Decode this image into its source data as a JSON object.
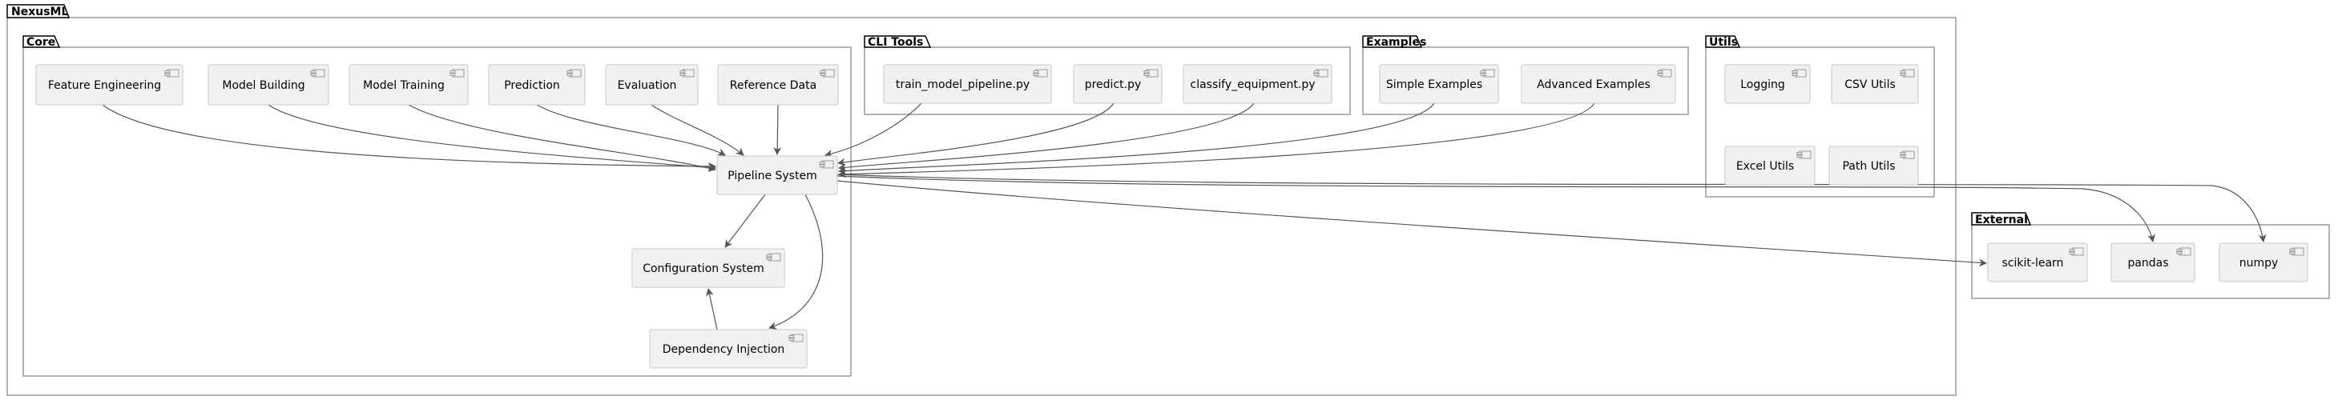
{
  "packages": {
    "nexusml": "NexusML",
    "core": "Core",
    "cli": "CLI Tools",
    "examples": "Examples",
    "utils": "Utils",
    "external": "External"
  },
  "components": {
    "feature_engineering": "Feature Engineering",
    "model_building": "Model Building",
    "model_training": "Model Training",
    "prediction": "Prediction",
    "evaluation": "Evaluation",
    "reference_data": "Reference Data",
    "pipeline_system": "Pipeline System",
    "configuration_system": "Configuration System",
    "dependency_injection": "Dependency Injection",
    "train_model_pipeline": "train_model_pipeline.py",
    "predict": "predict.py",
    "classify_equipment": "classify_equipment.py",
    "simple_examples": "Simple Examples",
    "advanced_examples": "Advanced Examples",
    "logging": "Logging",
    "csv_utils": "CSV Utils",
    "excel_utils": "Excel Utils",
    "path_utils": "Path Utils",
    "scikit_learn": "scikit-learn",
    "pandas": "pandas",
    "numpy": "numpy"
  },
  "edges": [
    {
      "from": "feature_engineering",
      "to": "pipeline_system"
    },
    {
      "from": "model_building",
      "to": "pipeline_system"
    },
    {
      "from": "model_training",
      "to": "pipeline_system"
    },
    {
      "from": "prediction",
      "to": "pipeline_system"
    },
    {
      "from": "evaluation",
      "to": "pipeline_system"
    },
    {
      "from": "reference_data",
      "to": "pipeline_system"
    },
    {
      "from": "train_model_pipeline",
      "to": "pipeline_system"
    },
    {
      "from": "predict",
      "to": "pipeline_system"
    },
    {
      "from": "classify_equipment",
      "to": "pipeline_system"
    },
    {
      "from": "simple_examples",
      "to": "pipeline_system"
    },
    {
      "from": "advanced_examples",
      "to": "pipeline_system"
    },
    {
      "from": "pipeline_system",
      "to": "configuration_system"
    },
    {
      "from": "pipeline_system",
      "to": "dependency_injection"
    },
    {
      "from": "dependency_injection",
      "to": "configuration_system"
    },
    {
      "from": "pipeline_system",
      "to": "scikit_learn"
    },
    {
      "from": "pipeline_system",
      "to": "pandas"
    },
    {
      "from": "pipeline_system",
      "to": "numpy"
    }
  ]
}
